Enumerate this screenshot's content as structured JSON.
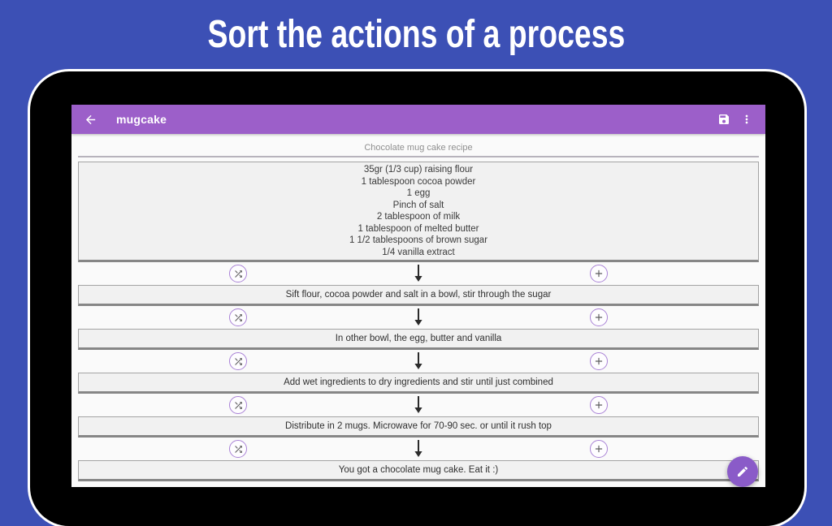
{
  "hero": {
    "title": "Sort the actions of a process"
  },
  "app": {
    "toolbar": {
      "title": "mugcake",
      "back_icon": "arrow-left",
      "save_icon": "floppy-disk",
      "menu_icon": "vertical-three-dots"
    },
    "process_name": "Chocolate mug cake recipe",
    "ingredients": [
      "35gr (1/3 cup) raising flour",
      "1 tablespoon cocoa powder",
      "1 egg",
      "Pinch of salt",
      "2 tablespoon of milk",
      "1 tablespoon of melted butter",
      "1 1/2 tablespoons of brown sugar",
      "1/4 vanilla extract"
    ],
    "steps": [
      "Sift flour, cocoa powder and salt in a bowl, stir through the sugar",
      "In other bowl, the egg, butter and vanilla",
      "Add wet ingredients to dry ingredients and stir until just combined",
      "Distribute in 2 mugs. Microwave for 70-90 sec. or until it rush top",
      "You got a chocolate mug cake. Eat it :)"
    ],
    "connector_icons": {
      "left": "shuffle",
      "center": "arrow-down",
      "right": "plus"
    },
    "fab_icon": "pencil"
  },
  "colors": {
    "background": "#3c50b5",
    "toolbar": "#9c5fc9",
    "fab": "#8a5bc8",
    "icon_ring": "#a982d6",
    "icon_glyph": "#5c5c5c",
    "arrow": "#2b2b2b",
    "box_background": "#f1f1f1",
    "box_border": "#a3a3a3",
    "screen_background": "#fafafa",
    "hero_text": "#ffffff"
  }
}
